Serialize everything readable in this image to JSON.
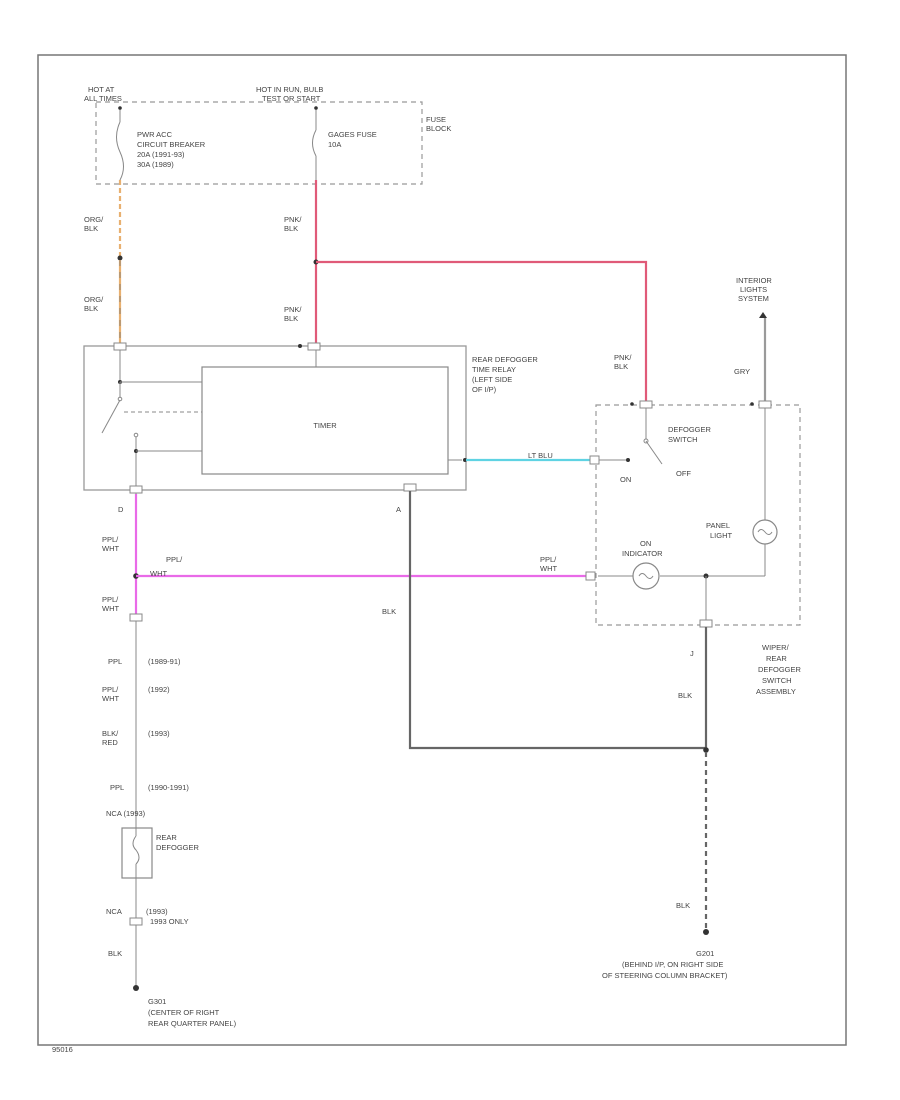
{
  "colors": {
    "orange_black": "#e8b070",
    "pink_black": "#e05a78",
    "light_blue": "#5fd3e3",
    "purple_white": "#e96ae8",
    "black": "#666666",
    "gray": "#9a9a9a"
  },
  "top": {
    "hot_at_left": [
      "HOT AT",
      "ALL TIMES"
    ],
    "hot_at_right": [
      "HOT IN RUN, BULB",
      "TEST OR START"
    ],
    "fuse_block": [
      "FUSE",
      "BLOCK"
    ],
    "circuit_breaker": [
      "PWR ACC",
      "CIRCUIT BREAKER",
      "20A (1991-93)",
      "30A (1989)"
    ],
    "gauge_fuse": [
      "GAGES FUSE",
      "10A"
    ]
  },
  "wires": {
    "org_blk_1": [
      "ORG/",
      "BLK"
    ],
    "org_blk_2": [
      "ORG/",
      "BLK"
    ],
    "pnk_blk_1": [
      "PNK/",
      "BLK"
    ],
    "pnk_blk_2": [
      "PNK/",
      "BLK"
    ],
    "pnk_blk_3": [
      "PNK/",
      "BLK"
    ],
    "ppl_wht_1": [
      "PPL/",
      "WHT"
    ],
    "ppl_wht_2": [
      "PPL/",
      "WHT"
    ],
    "ppl_wht_3": [
      "PPL/",
      "WHT"
    ],
    "ppl_wht_4": [
      "PPL/",
      "WHT"
    ],
    "lt_blu": "LT BLU",
    "blk_center": "BLK",
    "blk_right": "BLK",
    "blk_bottom": "BLK",
    "gry": "GRY",
    "ppl_1989": [
      "PPL",
      "(1989-91)"
    ],
    "ppl_wht_1992": [
      "PPL/",
      "WHT",
      "(1992)"
    ],
    "blk_red_1993": [
      "BLK/",
      "RED",
      "(1993)"
    ],
    "ppl_1990": [
      "PPL",
      "(1990-1991)"
    ],
    "nca_1993": "NCA (1993)",
    "nca_1993b": [
      "NCA",
      "(1993)",
      "1993 ONLY"
    ],
    "blk_lower_left": "BLK"
  },
  "relay": {
    "label": [
      "REAR DEFOGGER",
      "TIME RELAY",
      "(LEFT SIDE",
      "OF I/P)"
    ],
    "timer": "TIMER",
    "pin_d": "D",
    "pin_a": "A"
  },
  "switch": {
    "label": [
      "DEFOGGER",
      "SWITCH"
    ],
    "on": "ON",
    "off": "OFF",
    "indicator": [
      "ON",
      "INDICATOR"
    ],
    "panel_light": [
      "PANEL",
      "LIGHT"
    ],
    "assembly": [
      "WIPER/",
      "REAR",
      "DEFOGGER",
      "SWITCH",
      "ASSEMBLY"
    ],
    "interior_lights": [
      "INTERIOR",
      "LIGHTS",
      "SYSTEM"
    ],
    "pin_j": "J"
  },
  "defogger": [
    "REAR",
    "DEFOGGER"
  ],
  "grounds": {
    "left": [
      "G301",
      "(CENTER OF RIGHT",
      "REAR QUARTER PANEL)"
    ],
    "right": [
      "G201",
      "(BEHIND I/P, ON RIGHT SIDE",
      "OF STEERING COLUMN BRACKET)"
    ]
  },
  "figure_id": "95016"
}
